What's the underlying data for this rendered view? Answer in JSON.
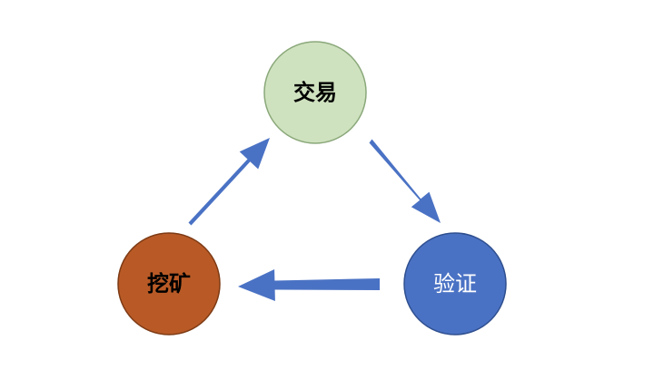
{
  "nodes": {
    "transaction": {
      "label": "交易",
      "fill": "#cfe2bf",
      "stroke": "#8aa87a",
      "text_color": "#000000"
    },
    "verification": {
      "label": "验证",
      "fill": "#4a72c4",
      "stroke": "#2f4f8f",
      "text_color": "#ffffff"
    },
    "mining": {
      "label": "挖矿",
      "fill": "#b95a26",
      "stroke": "#7d3a14",
      "text_color": "#000000"
    }
  },
  "arrow_color": "#4a72c4"
}
